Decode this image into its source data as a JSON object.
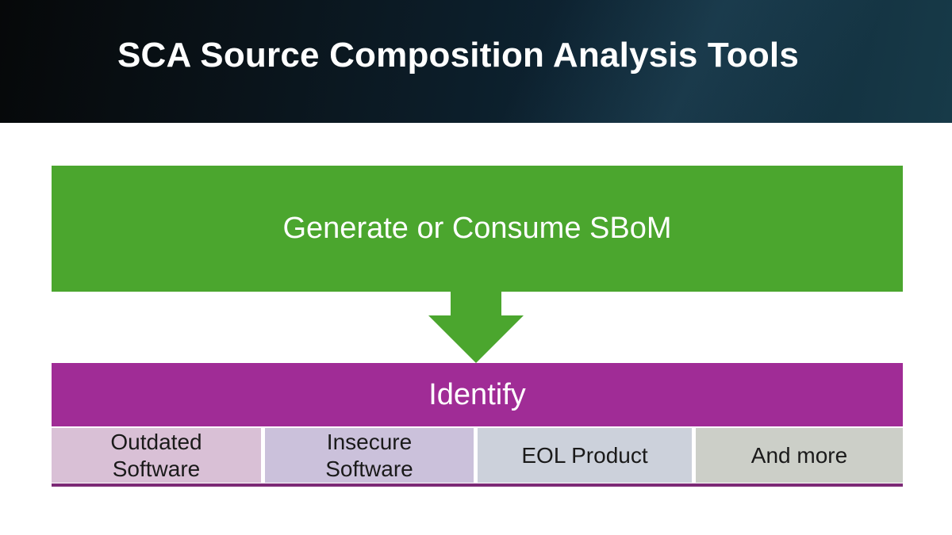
{
  "slide": {
    "title": "SCA Source Composition Analysis Tools",
    "background_color": "#ffffff",
    "header": {
      "gradient_left_color": "#060809",
      "gradient_right_color": "#173a48",
      "title_color": "#ffffff"
    }
  },
  "flow": {
    "generate_box": {
      "label": "Generate or Consume SBoM",
      "bg_color": "#4ba62e",
      "text_color": "#ffffff"
    },
    "arrow": {
      "name": "down-arrow",
      "color": "#4ba62e"
    },
    "identify_box": {
      "label": "Identify",
      "bg_color": "#a02c96",
      "text_color": "#ffffff"
    },
    "sub_boxes": [
      {
        "label": "Outdated\nSoftware",
        "bg_color": "#d9c0d6"
      },
      {
        "label": "Insecure\nSoftware",
        "bg_color": "#cbc1db"
      },
      {
        "label": "EOL Product",
        "bg_color": "#ccd1db"
      },
      {
        "label": "And more",
        "bg_color": "#cccfc8"
      }
    ],
    "underline_color": "#7c2a76"
  }
}
